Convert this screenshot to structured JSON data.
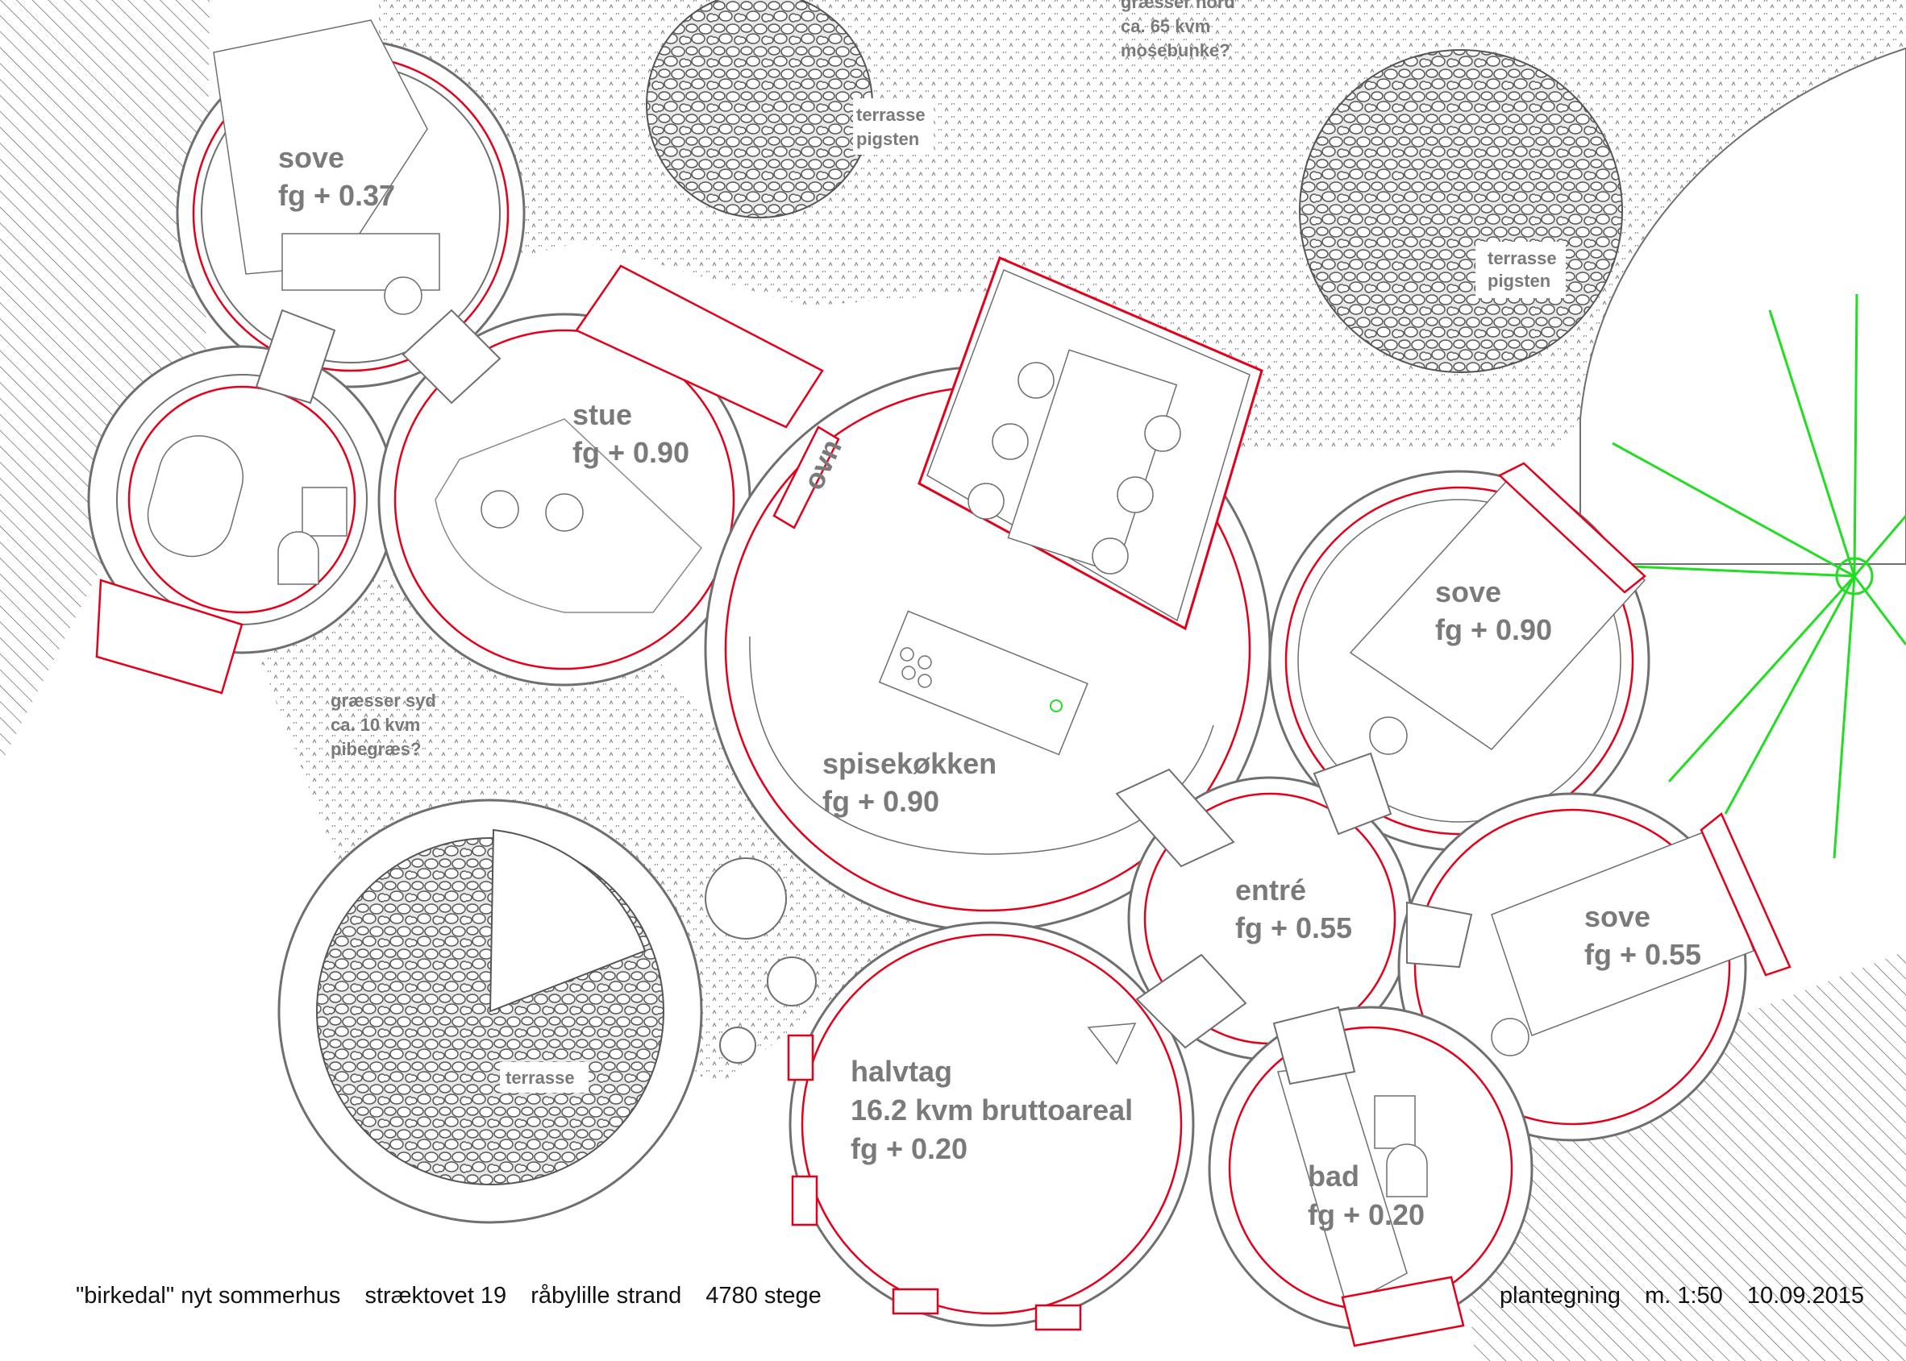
{
  "rooms": {
    "sove_nw": {
      "name": "sove",
      "level": "fg + 0.37"
    },
    "stue": {
      "name": "stue",
      "level": "fg + 0.90"
    },
    "ovn": {
      "name": "ovn"
    },
    "spisekokken": {
      "name": "spisekøkken",
      "level": "fg + 0.90"
    },
    "sove_e": {
      "name": "sove",
      "level": "fg + 0.90"
    },
    "entre": {
      "name": "entré",
      "level": "fg + 0.55"
    },
    "sove_se": {
      "name": "sove",
      "level": "fg + 0.55"
    },
    "halvtag": {
      "name": "halvtag",
      "area": "16.2 kvm bruttoareal",
      "level": "fg + 0.20"
    },
    "bad": {
      "name": "bad",
      "level": "fg + 0.20"
    }
  },
  "outdoor": {
    "grasser_nord": [
      "græsser nord",
      "ca. 65 kvm",
      "mosebunke?"
    ],
    "grasser_syd": [
      "græsser syd",
      "ca. 10 kvm",
      "pibegræs?"
    ],
    "terrasse_top": [
      "terrasse",
      "pigsten"
    ],
    "terrasse_right": [
      "terrasse",
      "pigsten"
    ],
    "terrasse_sw": "terrasse"
  },
  "footer": {
    "project": "\"birkedal\" nyt sommerhus",
    "street": "stræktovet 19",
    "place": "råbylille strand",
    "city": "4780 stege",
    "drawing": "plantegning",
    "scale": "m. 1:50",
    "date": "10.09.2015"
  },
  "colors": {
    "wall_red": "#e3001b",
    "line_gray": "#6f6f6f",
    "text_gray": "#7a7a7a",
    "tree_green": "#22dd22"
  }
}
